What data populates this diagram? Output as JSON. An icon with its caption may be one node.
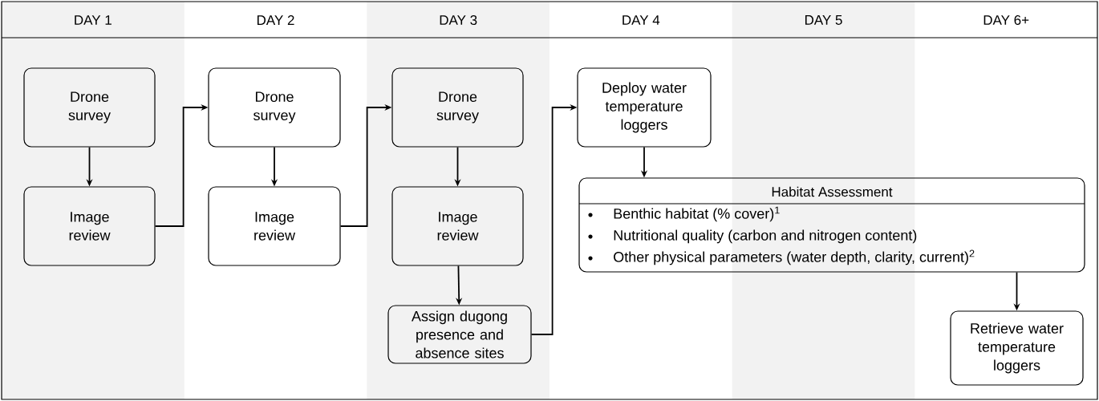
{
  "diagram": {
    "nodes": [
      {
        "text": [
          "Drone survey"
        ]
      },
      {
        "text": [
          "Image review"
        ]
      },
      {
        "text": [
          "Drone survey"
        ]
      },
      {
        "text": [
          "Image review"
        ]
      },
      {
        "text": [
          "Drone survey"
        ]
      },
      {
        "text": [
          "Image review"
        ]
      },
      {
        "text": [
          "Assign dugong presence and absence sites"
        ]
      },
      {
        "text": [
          "Deploy water temperature loggers"
        ]
      },
      {
        "text": [
          "Habitat Assessment",
          "Benthic habitat (% cover)$^{1}$",
          "Nutritional quality (carbon and nitrogen content)",
          "Other physical parameters (water depth, clarity, current)$^{2}$"
        ]
      },
      {
        "text": [
          "Retrieve water temperature loggers"
        ]
      }
    ],
    "edges": [
      {
        "from": 0,
        "to": 1,
        "arrow": "to"
      },
      {
        "from": 1,
        "to": 2,
        "arrow": "to"
      },
      {
        "from": 2,
        "to": 3,
        "arrow": "to"
      },
      {
        "from": 3,
        "to": 4,
        "arrow": "to"
      },
      {
        "from": 4,
        "to": 5,
        "arrow": "to"
      },
      {
        "from": 5,
        "to": 6,
        "arrow": "to"
      },
      {
        "from": 6,
        "to": 7,
        "arrow": "to"
      },
      {
        "from": 7,
        "to": 8,
        "arrow": "to"
      },
      {
        "from": 8,
        "to": 9,
        "arrow": "to"
      }
    ],
    "labels": [
      "DAY 1",
      "DAY 2",
      "DAY 3",
      "DAY 4",
      "DAY 5",
      "DAY 6+"
    ]
  }
}
